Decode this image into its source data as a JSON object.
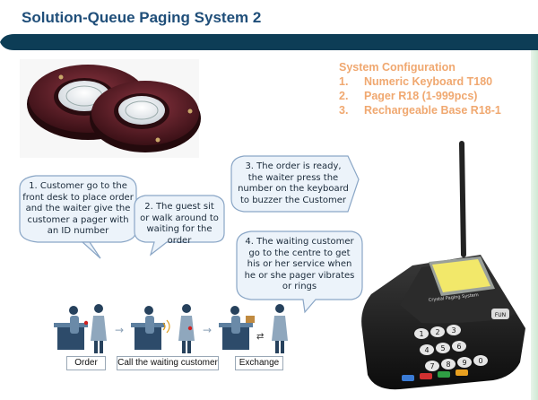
{
  "title": "Solution-Queue Paging System 2",
  "config": {
    "heading": "System Configuration",
    "items": [
      {
        "num": "1.",
        "label": "Numeric Keyboard T180"
      },
      {
        "num": "2.",
        "label": "Pager R18 (1-999pcs)"
      },
      {
        "num": "3.",
        "label": "Rechargeable Base R18-1"
      }
    ]
  },
  "bubbles": {
    "b1": [
      "1. Customer go to the",
      "front desk to place order",
      "and the waiter give the",
      "customer a pager with",
      "an ID number"
    ],
    "b2": [
      "2. The guest sit",
      "or walk around to",
      "waiting for the order"
    ],
    "b3": [
      "3. The order is ready,",
      "the waiter press the",
      "number on the keyboard",
      "to buzzer the Customer"
    ],
    "b4": [
      "4. The waiting customer",
      "go to the centre to get",
      "his or her service when",
      "he or she pager vibrates",
      "or rings"
    ]
  },
  "steps": [
    "Order",
    "Call the waiting customer",
    "Exchange"
  ],
  "device": {
    "brand_line": "Crystal Paging System",
    "keys": [
      "1",
      "2",
      "3",
      "4",
      "5",
      "6",
      "7",
      "8",
      "9",
      "0",
      "FUN"
    ]
  },
  "colors": {
    "title": "#1f4e79",
    "header_bar": "#0d3d56",
    "config_text": "#f0a870",
    "bubble_fill": "#ecf3fa",
    "bubble_stroke": "#8aa6c6",
    "pager_body": "#5a1e26",
    "device_body": "#1c1c1c",
    "lcd": "#f2e86a"
  }
}
